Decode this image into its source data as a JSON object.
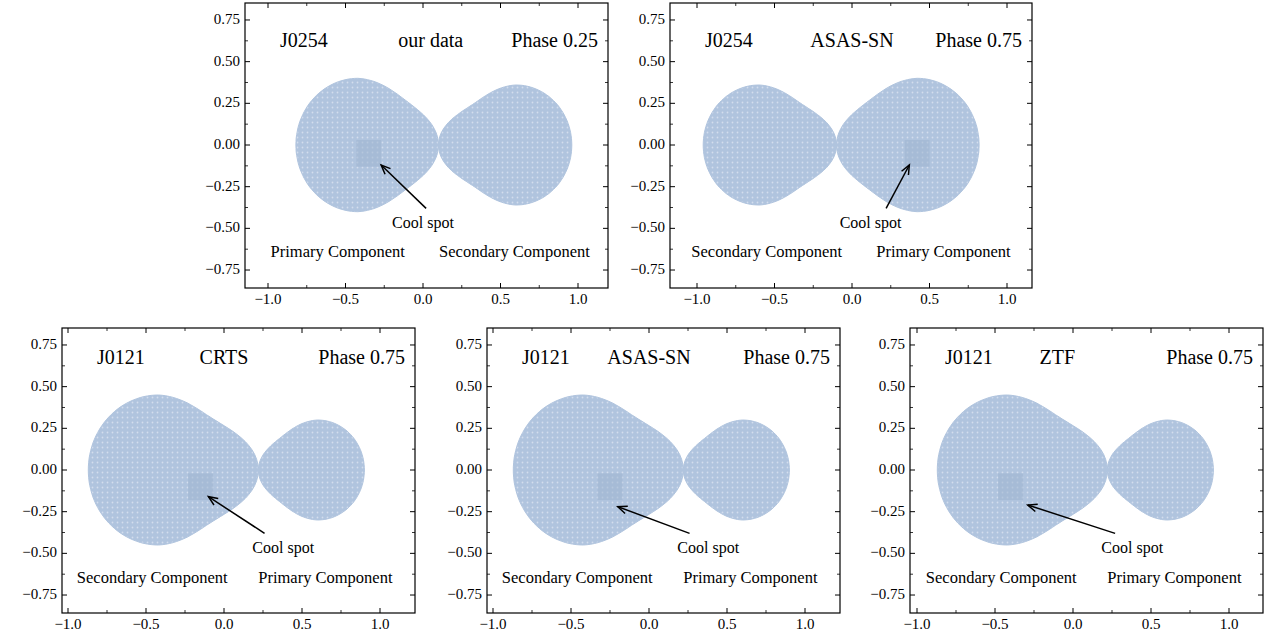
{
  "diagram": {
    "labels": [
      "J0254",
      "our data",
      "Phase 0.25",
      "Cool spot",
      "Primary Component",
      "Secondary Component",
      "0.75",
      "0.50",
      "0.25",
      "0.00",
      "−0.25",
      "−0.50",
      "−0.75",
      "−1.0",
      "−0.5",
      "0.0",
      "0.5",
      "1.0",
      "J0254",
      "ASAS-SN",
      "Phase 0.75",
      "Cool spot",
      "Secondary Component",
      "Primary Component",
      "0.75",
      "0.50",
      "0.25",
      "0.00",
      "−0.25",
      "−0.50",
      "−0.75",
      "−1.0",
      "−0.5",
      "0.0",
      "0.5",
      "1.0",
      "J0121",
      "CRTS",
      "Phase 0.75",
      "Cool spot",
      "Secondary Component",
      "Primary Component",
      "0.75",
      "0.50",
      "0.25",
      "0.00",
      "−0.25",
      "−0.50",
      "−0.75",
      "−1.0",
      "−0.5",
      "0.0",
      "0.5",
      "1.0",
      "J0121",
      "ASAS-SN",
      "Phase 0.75",
      "Cool spot",
      "Secondary Component",
      "Primary Component",
      "0.75",
      "0.50",
      "0.25",
      "0.00",
      "−0.25",
      "−0.50",
      "−0.75",
      "−1.0",
      "−0.5",
      "0.0",
      "0.5",
      "1.0",
      "J0121",
      "ZTF",
      "Phase 0.75",
      "Cool spot",
      "Secondary Component",
      "Primary Component",
      "0.75",
      "0.50",
      "0.25",
      "0.00",
      "−0.25",
      "−0.50",
      "−0.75",
      "−1.0",
      "−0.5",
      "0.0",
      "0.5",
      "1.0"
    ]
  }
}
